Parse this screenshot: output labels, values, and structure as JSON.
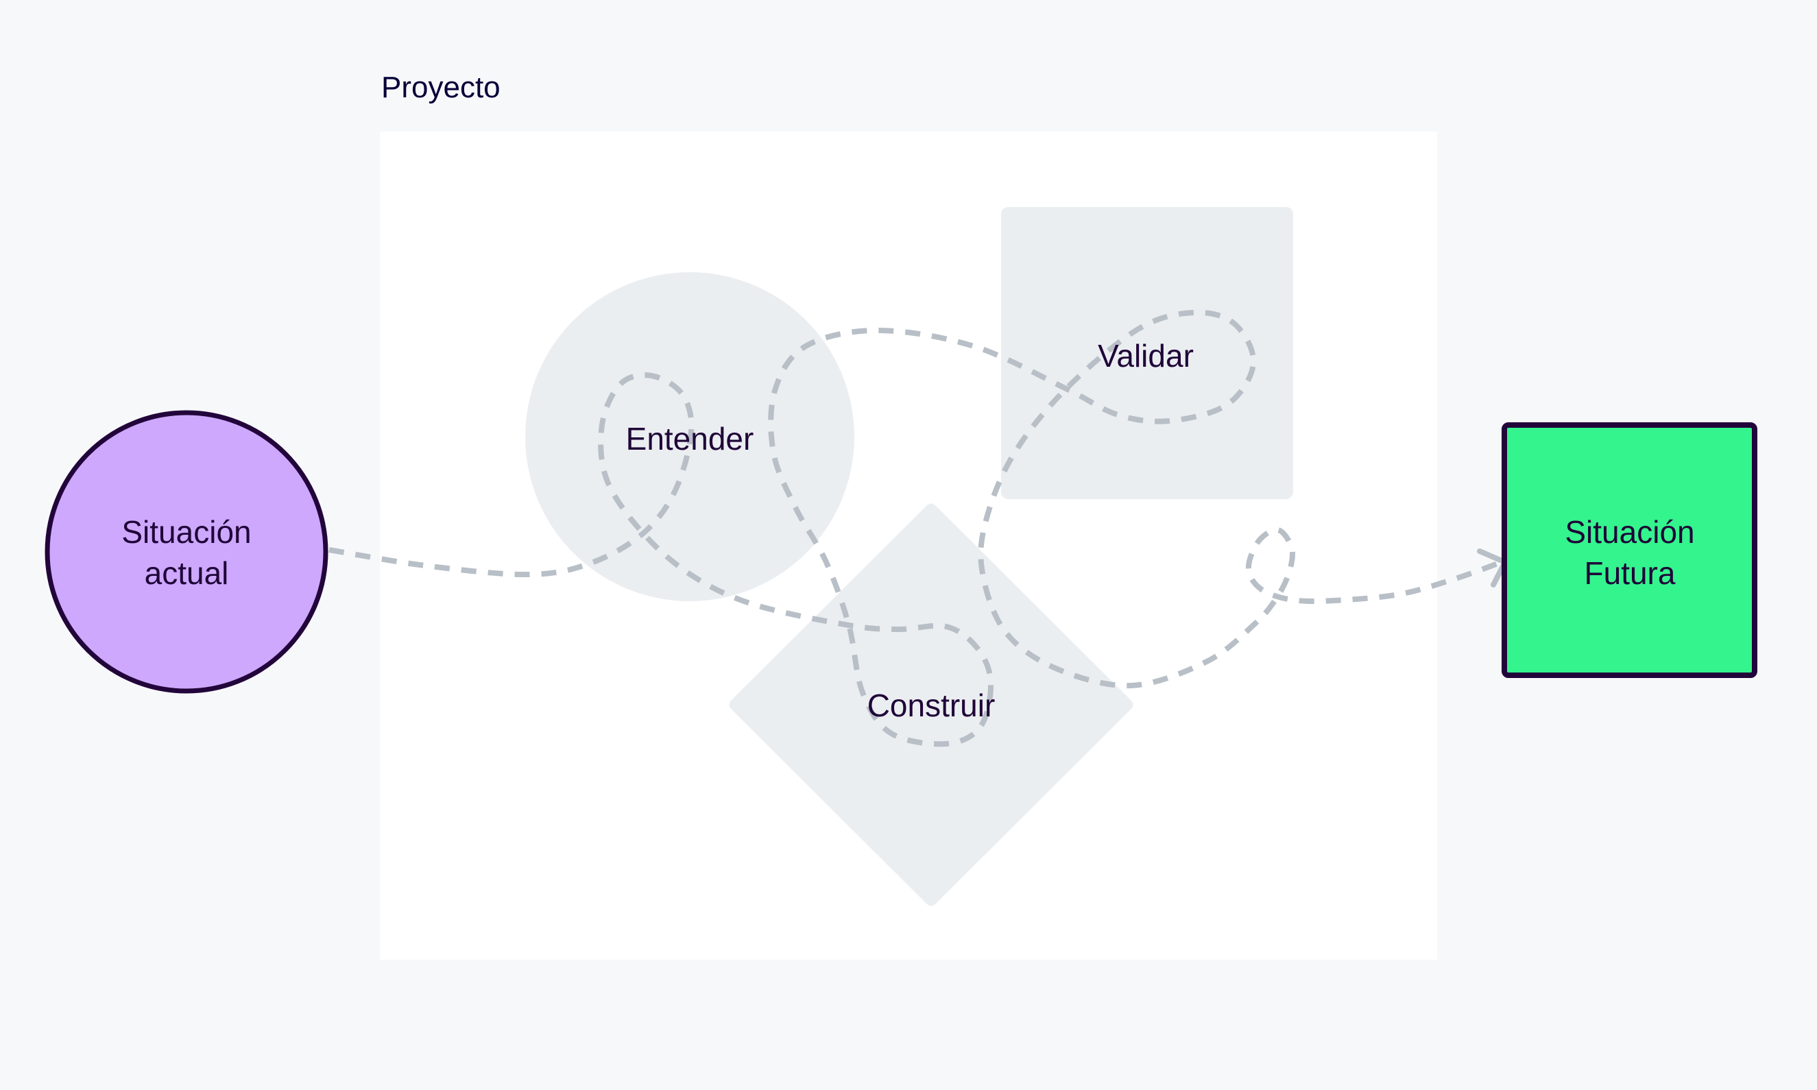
{
  "frame": {
    "title": "Proyecto",
    "background": "#ffffff"
  },
  "nodes": {
    "current": {
      "line1": "Situación",
      "line2": "actual",
      "fill": "#cea8fd",
      "stroke": "#22053a"
    },
    "future": {
      "line1": "Situación",
      "line2": "Futura",
      "fill": "#34f48d",
      "stroke": "#22053a"
    },
    "understand": {
      "label": "Entender",
      "fill": "#ebeef1"
    },
    "validate": {
      "label": "Validar",
      "fill": "#ebeef1"
    },
    "build": {
      "label": "Construir",
      "fill": "#ebeef1"
    }
  },
  "connector": {
    "style": "dashed",
    "color": "#b8bfc7",
    "from": "Situación actual",
    "to": "Situación Futura",
    "arrowhead": "chevron"
  },
  "colors": {
    "canvas_background": "#f7f8fa",
    "text": "#1f0538"
  }
}
